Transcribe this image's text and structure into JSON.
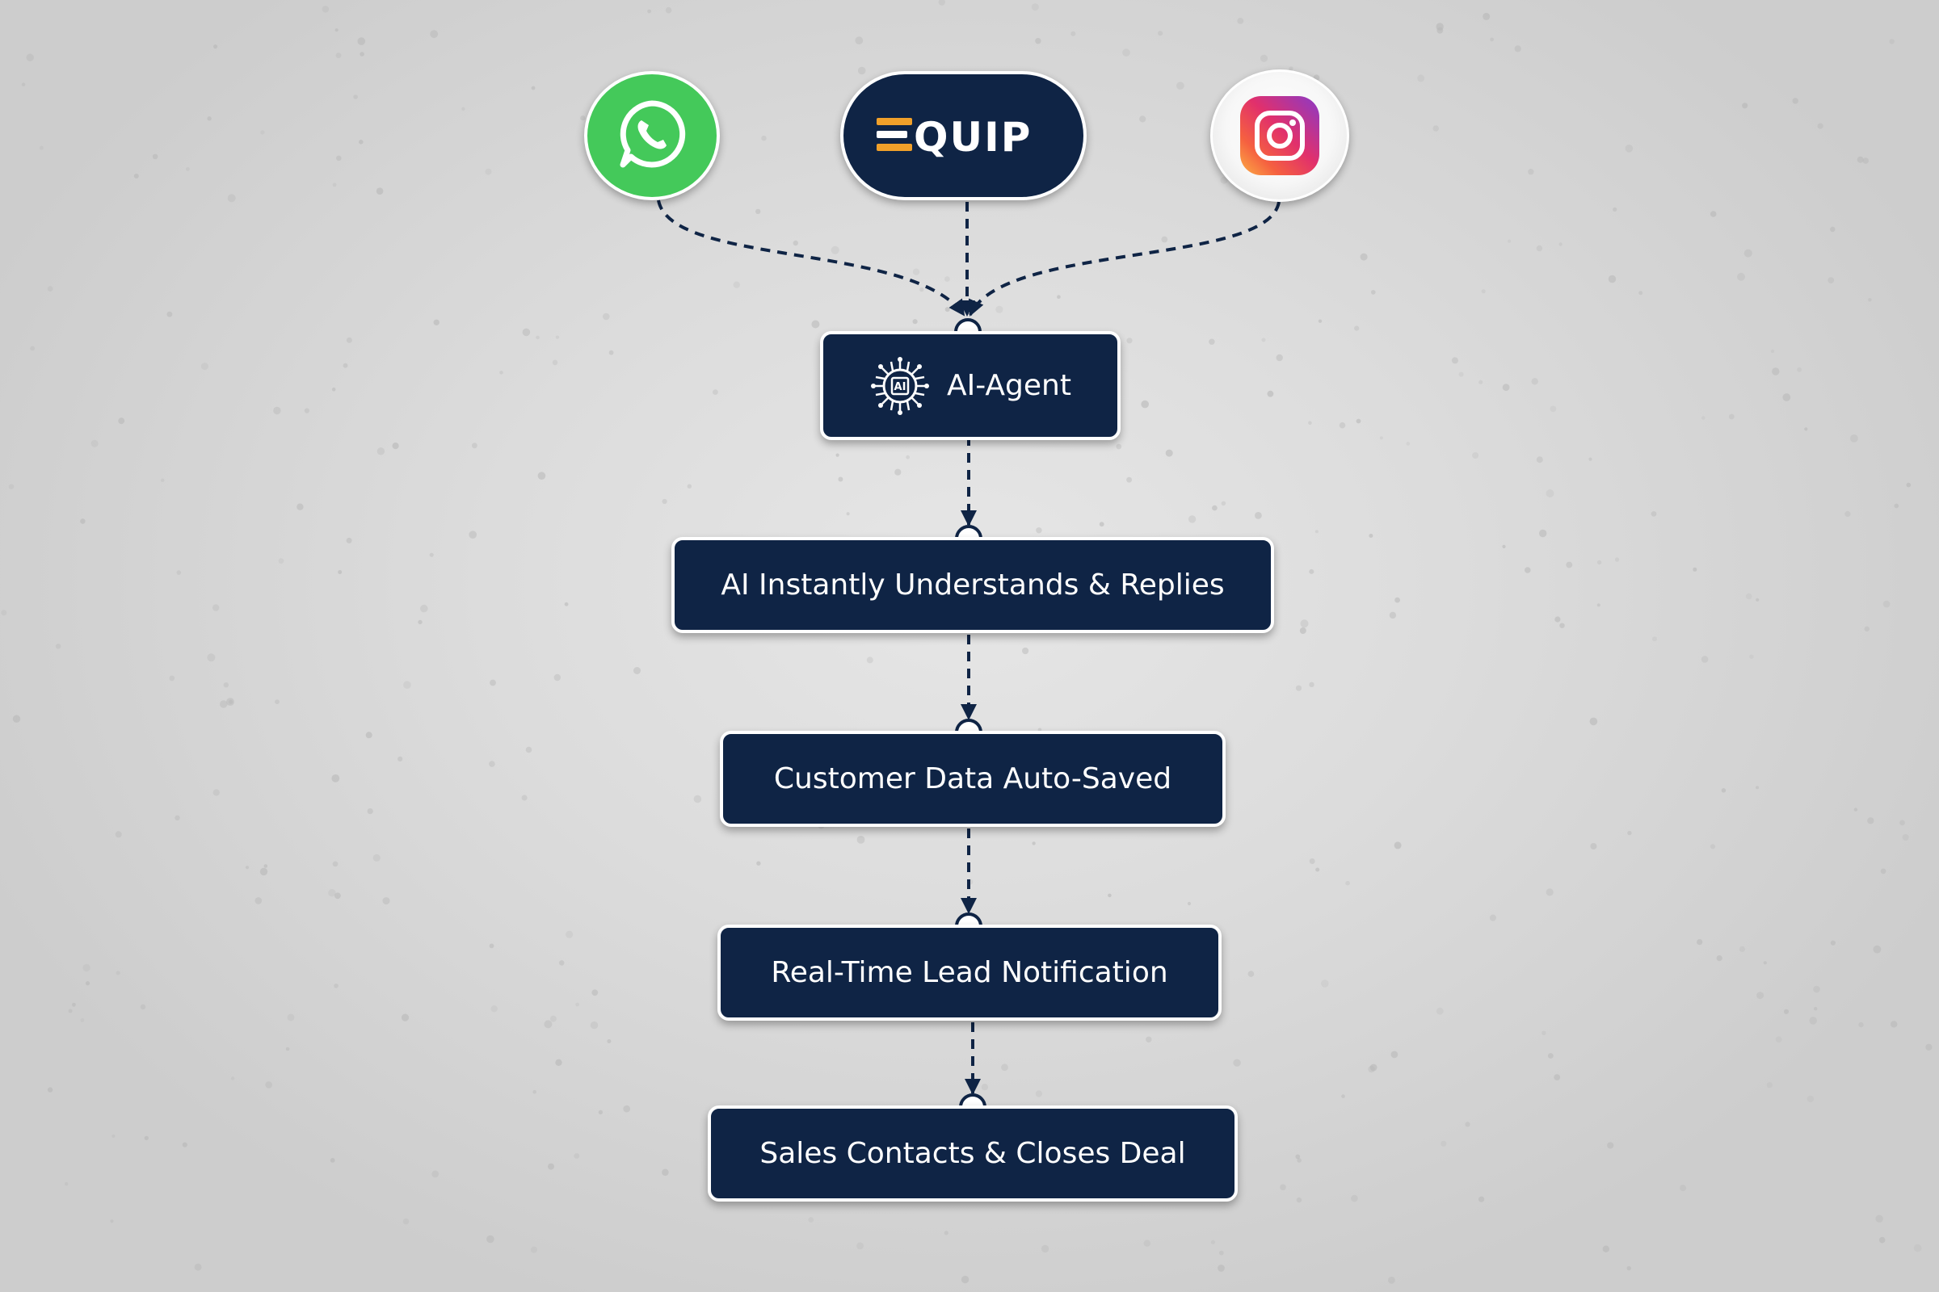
{
  "colors": {
    "box_fill": "#0f2445",
    "box_border": "#ffffff",
    "connector": "#0f2445",
    "whatsapp_green": "#44c95a"
  },
  "sources": [
    {
      "id": "whatsapp",
      "icon": "whatsapp-icon"
    },
    {
      "id": "equip",
      "logo_text": "EQUIP"
    },
    {
      "id": "instagram",
      "icon": "instagram-icon"
    }
  ],
  "agent": {
    "label": "AI-Agent",
    "icon": "ai-chip-icon",
    "icon_text": "AI"
  },
  "steps": [
    {
      "label": "AI Instantly Understands & Replies"
    },
    {
      "label": "Customer Data Auto-Saved"
    },
    {
      "label": "Real-Time Lead Notification"
    },
    {
      "label": "Sales Contacts & Closes Deal"
    }
  ]
}
